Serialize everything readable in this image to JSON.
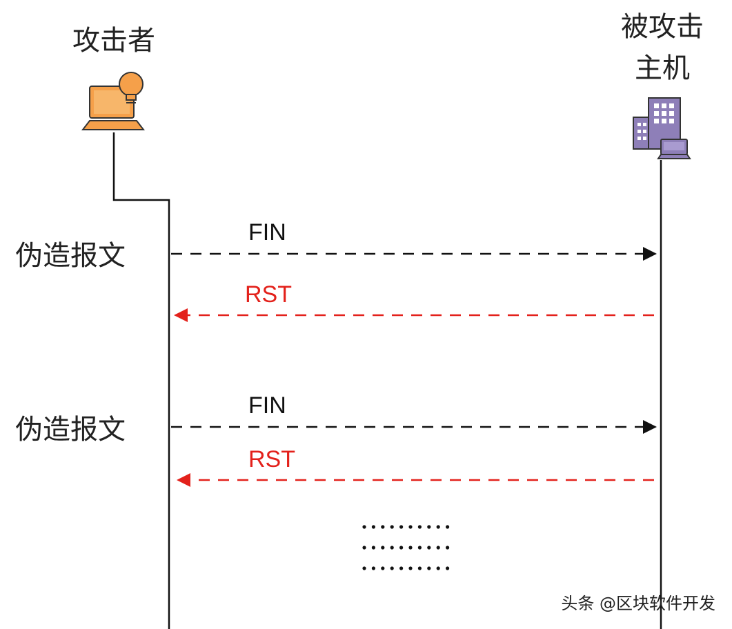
{
  "actors": {
    "attacker": {
      "label": "攻击者",
      "icon": "laptop-bulb-icon",
      "color": "#f5a04a"
    },
    "victim": {
      "label_line1": "被攻击",
      "label_line2": "主机",
      "icon": "server-building-icon",
      "color": "#8e7fb8"
    }
  },
  "messages": [
    {
      "step_label": "伪造报文",
      "label": "FIN",
      "direction": "attacker-to-victim",
      "color": "#111111"
    },
    {
      "step_label": "",
      "label": "RST",
      "direction": "victim-to-attacker",
      "color": "#e3211b"
    },
    {
      "step_label": "伪造报文",
      "label": "FIN",
      "direction": "attacker-to-victim",
      "color": "#111111"
    },
    {
      "step_label": "",
      "label": "RST",
      "direction": "victim-to-attacker",
      "color": "#e3211b"
    }
  ],
  "watermark": "头条 @区块软件开发"
}
